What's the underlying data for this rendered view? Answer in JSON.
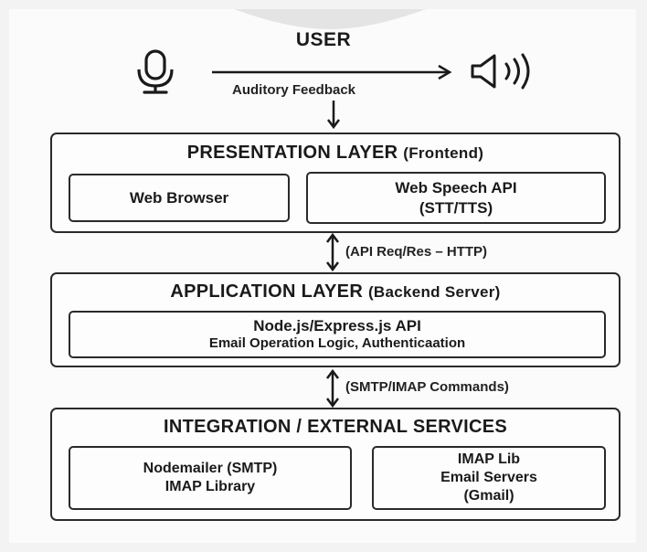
{
  "user": {
    "title": "USER",
    "feedback_label": "Auditory Feedback"
  },
  "icons": {
    "input": "microphone-icon",
    "output": "speaker-icon"
  },
  "presentation": {
    "title": "PRESENTATION LAYER",
    "subtitle": "(Frontend)",
    "boxes": [
      {
        "lines": [
          "Web Browser"
        ]
      },
      {
        "lines": [
          "Web Speech API",
          "(STT/TTS)"
        ]
      }
    ]
  },
  "connector_1": {
    "label": "(API Req/Res – HTTP)"
  },
  "application": {
    "title": "APPLICATION LAYER",
    "subtitle": "(Backend Server)",
    "boxes": [
      {
        "lines": [
          "Node.js/Express.js API",
          "Email Operation Logic, Authenticaation"
        ]
      }
    ]
  },
  "connector_2": {
    "label": "(SMTP/IMAP Commands)"
  },
  "integration": {
    "title": "INTEGRATION / EXTERNAL SERVICES",
    "boxes": [
      {
        "lines": [
          "Nodemailer (SMTP)",
          "IMAP Library"
        ]
      },
      {
        "lines": [
          "IMAP Lib",
          "Email Servers",
          "(Gmail)"
        ]
      }
    ]
  },
  "colors": {
    "stroke": "#2a2a2a",
    "background": "#fbfbfb"
  }
}
